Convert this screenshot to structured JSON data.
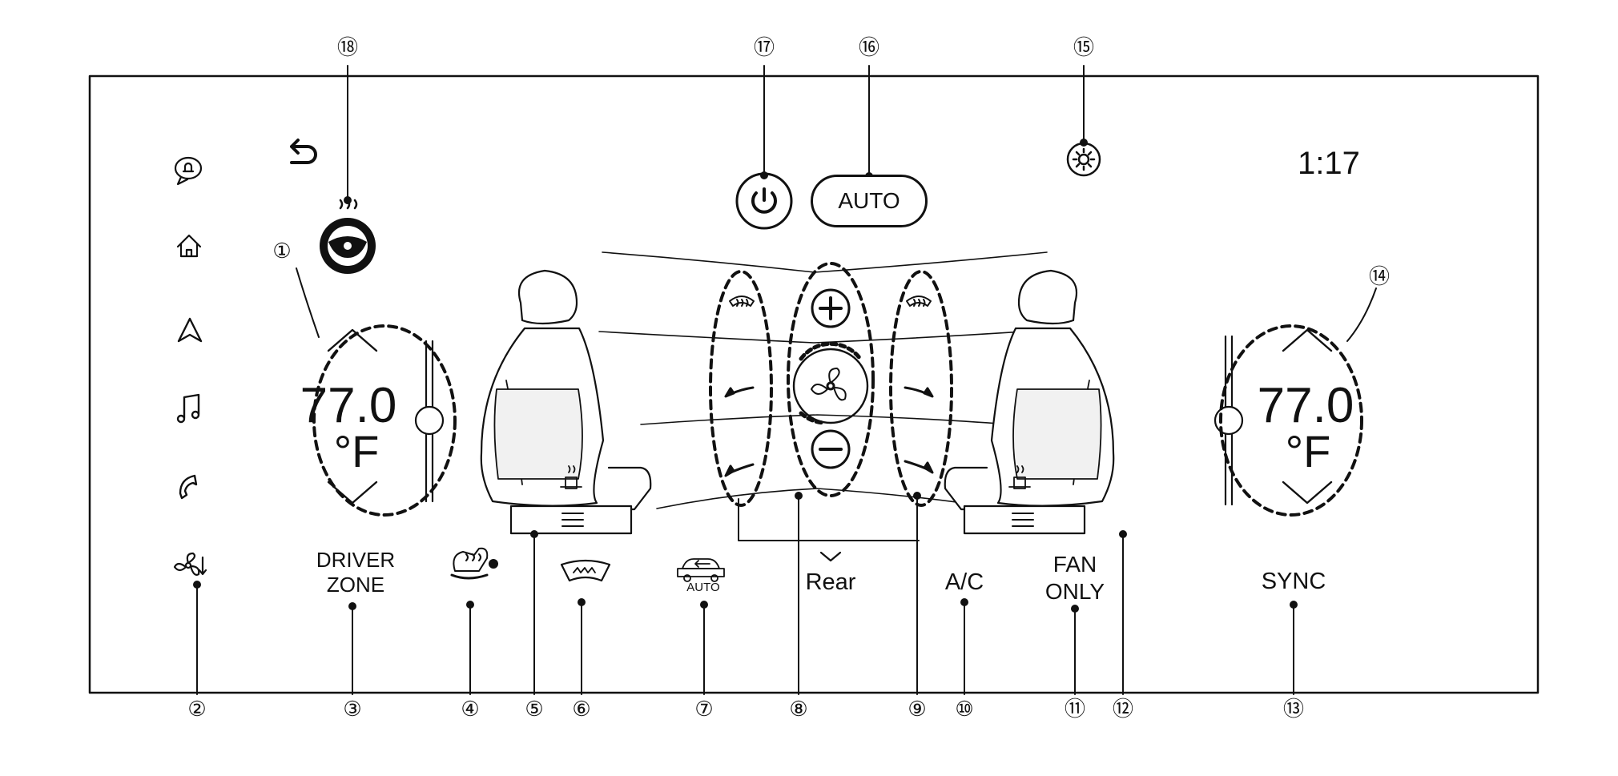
{
  "panel": {
    "clock": "1:17",
    "auto_button_label": "AUTO",
    "driver_temp": {
      "value": "77.0",
      "unit": "°F"
    },
    "passenger_temp": {
      "value": "77.0",
      "unit": "°F"
    },
    "driver_zone_label_1": "DRIVER",
    "driver_zone_label_2": "ZONE",
    "rear_defrost_auto_label": "AUTO",
    "rear_label": "Rear",
    "ac_label": "A/C",
    "fan_only_label_1": "FAN",
    "fan_only_label_2": "ONLY",
    "sync_label": "SYNC"
  },
  "sidebar_icons": [
    "notification-icon",
    "home-icon",
    "navigation-icon",
    "music-icon",
    "phone-icon",
    "fan-rear-icon"
  ],
  "callouts": {
    "c1": "①",
    "c2": "②",
    "c3": "③",
    "c4": "④",
    "c5": "⑤",
    "c6": "⑥",
    "c7": "⑦",
    "c8": "⑧",
    "c9": "⑨",
    "c10": "⑩",
    "c11": "⑪",
    "c12": "⑫",
    "c13": "⑬",
    "c14": "⑭",
    "c15": "⑮",
    "c16": "⑯",
    "c17": "⑰",
    "c18": "⑱"
  },
  "colors": {
    "line": "#111111",
    "background": "#ffffff",
    "seat_shade": "#e8e8e8"
  }
}
